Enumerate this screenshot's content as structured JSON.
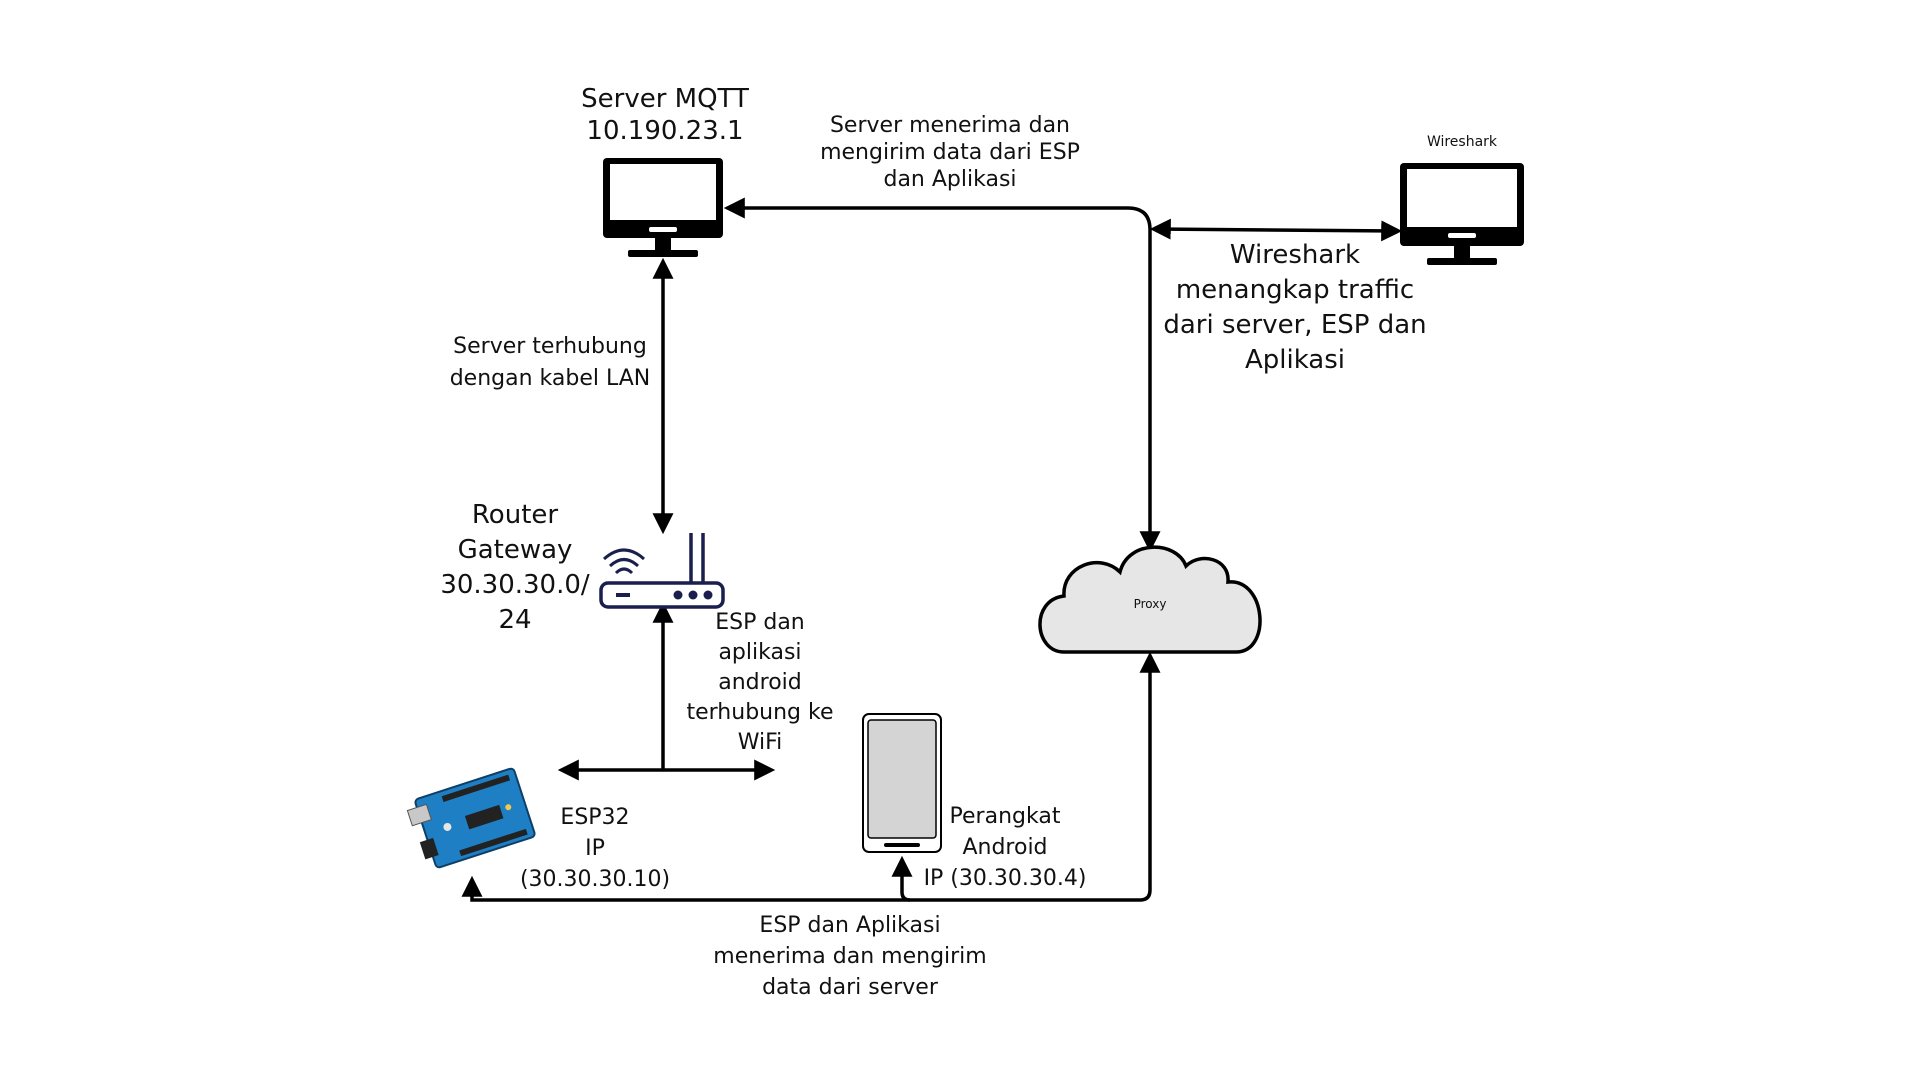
{
  "colors": {
    "line": "#000000",
    "board": "#1e7fc4",
    "screen": "#d4d4d4",
    "cloud": "#e6e6e6"
  },
  "nodes": {
    "server": {
      "title": "Server MQTT",
      "ip": "10.190.23.1",
      "icon": "monitor-icon"
    },
    "wireshark_pc": {
      "title": "Wireshark",
      "icon": "monitor-icon"
    },
    "router": {
      "lines": [
        "Router",
        "Gateway",
        "30.30.30.0/",
        "24"
      ],
      "icon": "router-icon"
    },
    "proxy": {
      "title": "Proxy",
      "icon": "cloud-icon"
    },
    "esp32": {
      "lines": [
        "ESP32",
        "IP",
        "(30.30.30.10)"
      ],
      "icon": "microcontroller-board-icon"
    },
    "android": {
      "lines": [
        "Perangkat",
        "Android",
        "IP (30.30.30.4)"
      ],
      "icon": "smartphone-icon"
    }
  },
  "edges": {
    "server_proxy": [
      "Server menerima  dan",
      "mengirim  data  dari ESP",
      "dan Aplikasi"
    ],
    "wireshark": [
      "Wireshark",
      "menangkap traffic",
      "dari server, ESP  dan",
      "Aplikasi"
    ],
    "server_router": [
      "Server terhubung",
      "dengan kabel LAN"
    ],
    "router_devices": [
      "ESP  dan",
      "aplikasi",
      "android",
      "terhubung ke",
      "WiFi"
    ],
    "proxy_devices": [
      "ESP dan Aplikasi",
      "menerima  dan mengirim",
      "data  dari server"
    ]
  }
}
